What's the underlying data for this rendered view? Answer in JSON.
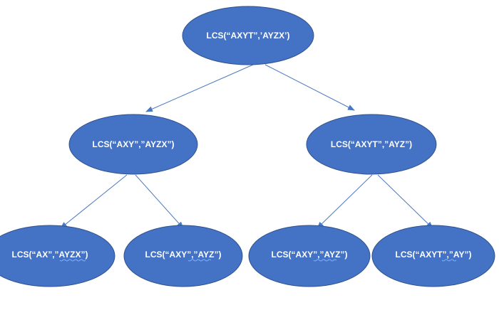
{
  "tree": {
    "root": {
      "label": "LCS(“AXYT”,’AYZX’)"
    },
    "level2": [
      {
        "label": "LCS(“AXY”,”AYZX”)"
      },
      {
        "label": "LCS(“AXYT”,”AYZ”)"
      }
    ],
    "level3": [
      {
        "label_a": "LCS(“AX”,",
        "label_b": "”AYZX",
        "label_c": "”)"
      },
      {
        "label_a": "LCS(“AXY”",
        "label_b": ",”AYZ",
        "label_c": "”)"
      },
      {
        "label_a": "LCS(“AXY”",
        "label_b": ",”AYZ",
        "label_c": "”)"
      },
      {
        "label_a": "LCS(“AXYT”",
        "label_b": ",”AY",
        "label_c": "”)"
      }
    ]
  },
  "colors": {
    "node_fill": "#4472c4",
    "node_stroke": "#2f528f",
    "edge": "#4a78c2",
    "text": "#ffffff"
  }
}
